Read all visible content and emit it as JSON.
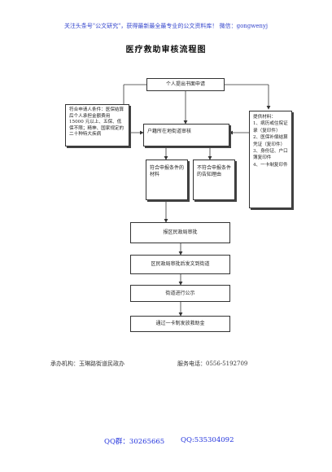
{
  "banner": "关注头条号\"公文研究\"，获得最新最全最专业的公文资料库！ 微信：gongwenyj",
  "title": "医疗救助审核流程图",
  "flow": {
    "apply": "个人提出书面申请",
    "left_conditions": "符合申请人条件：医保结算后个人承担金额费用 15000 元以上、五保、低保不限；精神、国家规定的二十种特大疾病",
    "right_materials": "提供材料：\n1、病历或住院证录（复印件）\n2、医保补偿结算凭证（复印件）\n3、身份证、户口簿复印件\n4、一卡制复印件",
    "street_review": "户籍所在地街道审核",
    "meets": "符合申报条件的材料",
    "not_meets": "不符合申报条件的告知理由",
    "district_approve": "报区民政局审批",
    "district_issue": "区民政局审批后发文到街道",
    "street_announce": "街道进行公示",
    "pay": "通过一卡制发放救助金"
  },
  "footer": {
    "office": "承办机构：玉琳路街道民政办",
    "phone": "服务电话：0556-5192709"
  },
  "qq": {
    "group": "QQ群：30265665",
    "qq": "QQ:535304092"
  }
}
